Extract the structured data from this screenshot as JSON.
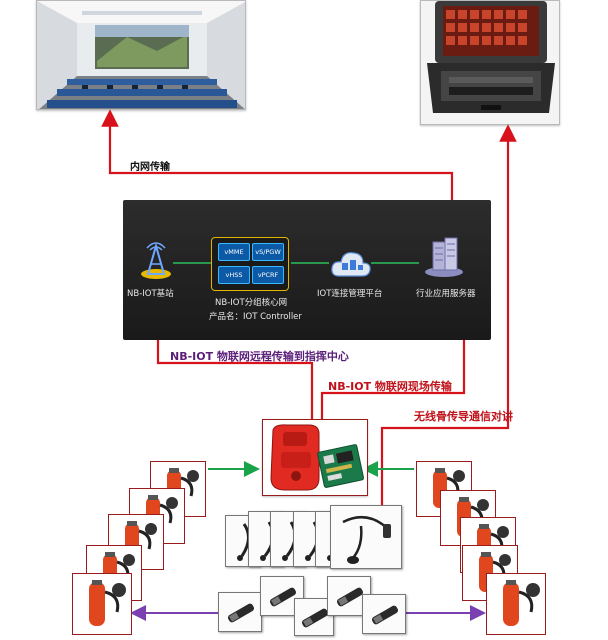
{
  "labels": {
    "intranet": "内网传输",
    "nb_remote": "NB-IOT 物联网远程传输到指挥中心",
    "nb_onsite": "NB-IOT 物联网现场传输",
    "bone": "无线骨传导通信对讲"
  },
  "network": {
    "base_station": "NB-IOT基站",
    "core_title": "NB-IOT分组核心网",
    "core_product": "产品名：IOT Controller",
    "core_boxes": [
      "vMME",
      "vS/PGW",
      "vHSS",
      "vPCRF"
    ],
    "iot_platform": "IOT连接管理平台",
    "app_server": "行业应用服务器"
  },
  "colors": {
    "red_line": "#d8121b",
    "purple_line": "#7a3fb0",
    "green_line": "#1aa34a",
    "panel_bg": "#222222",
    "core_border": "#39b7ff"
  },
  "icons": [
    "command-center-photo",
    "rugged-case-photo",
    "antenna-tower-icon",
    "cloud-icon",
    "server-icon",
    "gateway-device-photo",
    "breathing-apparatus-photo",
    "earpiece-photo"
  ]
}
